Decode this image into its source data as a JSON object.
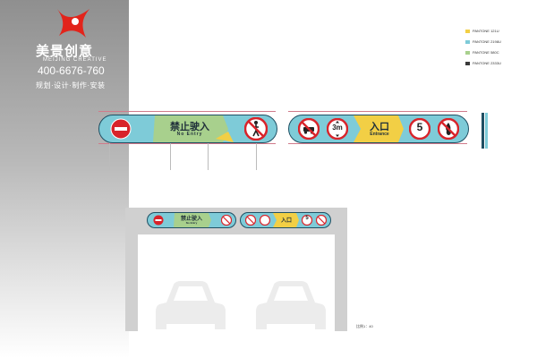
{
  "brand": {
    "name": "美景创意",
    "name_en": "MEIJING CREATIVE",
    "phone": "400-6676-760",
    "services": "规划·设计·制作·安装"
  },
  "legend": [
    {
      "label": "PANTONE 121U",
      "color": "#f2cf45"
    },
    {
      "label": "PANTONE 2198U",
      "color": "#7ecbd8"
    },
    {
      "label": "PANTONE 580C",
      "color": "#a8d08d"
    },
    {
      "label": "PANTONE 2333U",
      "color": "#3a3a3a"
    }
  ],
  "sign_left": {
    "title_cn": "禁止驶入",
    "title_en": "No Entry"
  },
  "sign_right": {
    "title_cn": "入口",
    "title_en": "Entrance",
    "height_limit": "3m",
    "speed_limit": "5"
  },
  "scale_label": "比例1：40",
  "colors": {
    "sign_blue": "#7ecbd8",
    "sign_green": "#a8d08d",
    "sign_yellow": "#f2cf45",
    "outline": "#1f4f63",
    "red": "#d8232a",
    "structure": "#d0d0d0"
  }
}
